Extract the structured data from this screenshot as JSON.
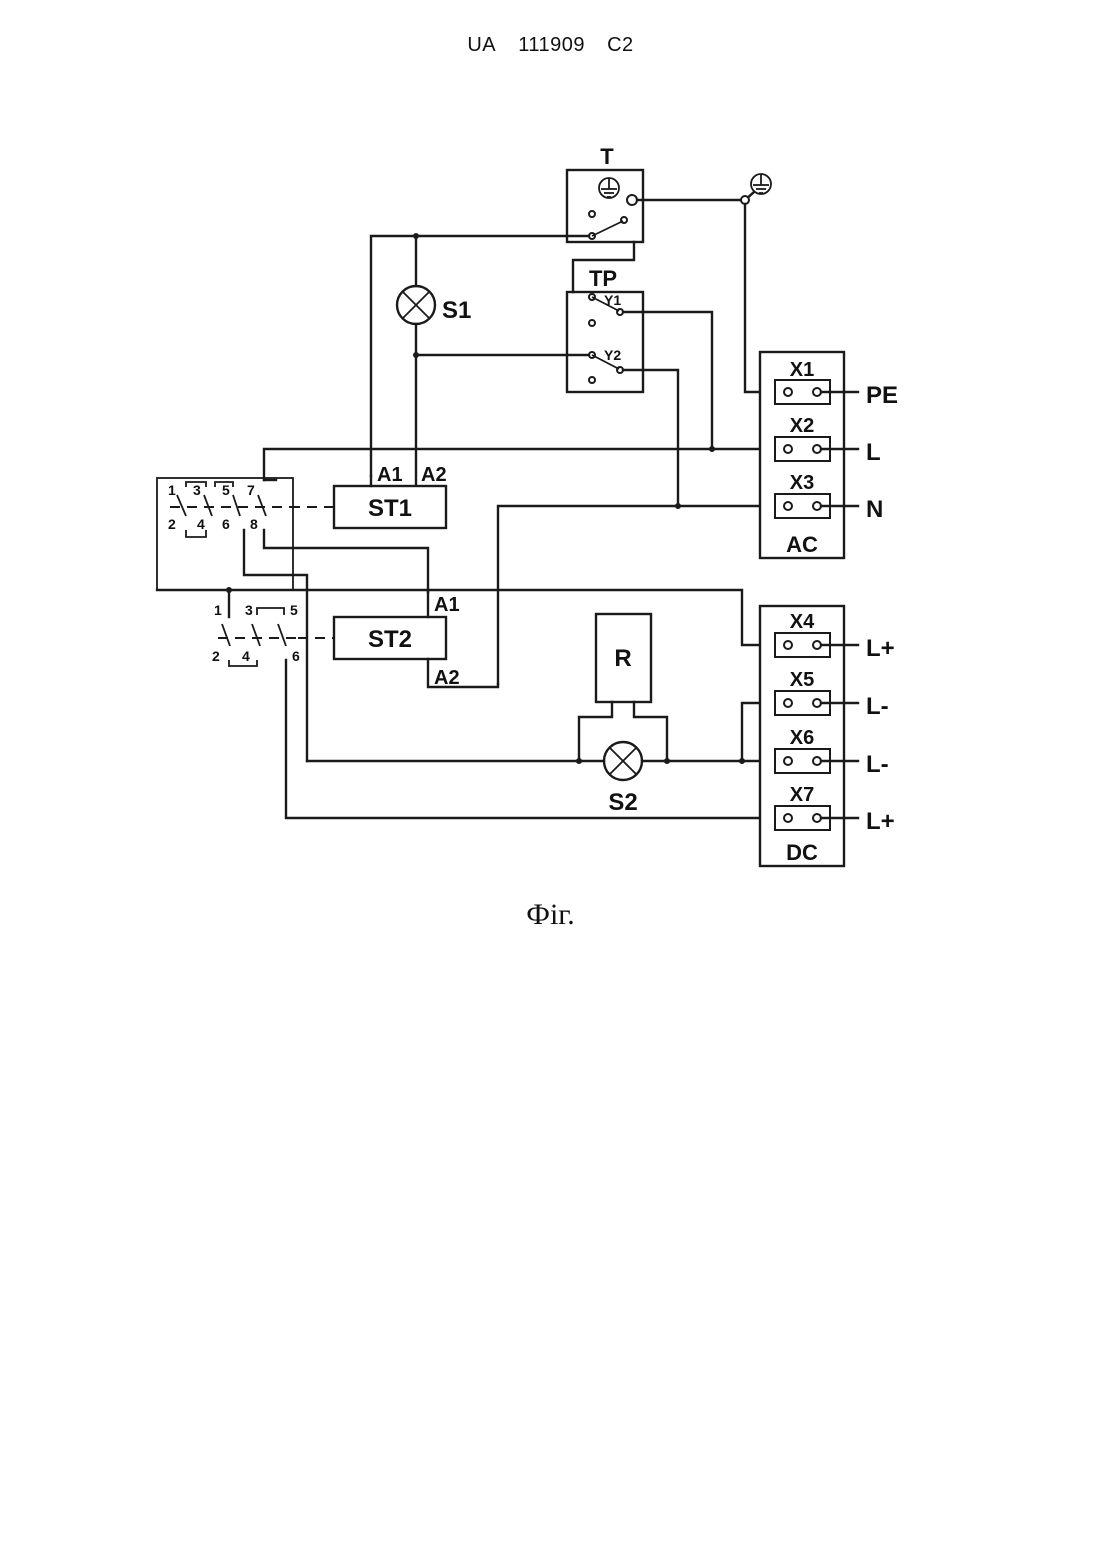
{
  "header": {
    "country": "UA",
    "number": "111909",
    "kind": "C2"
  },
  "diagram": {
    "labels": {
      "T": "T",
      "TP": "TP",
      "Y1": "Y1",
      "Y2": "Y2",
      "S1": "S1",
      "S2": "S2",
      "ST1": "ST1",
      "ST2": "ST2",
      "R": "R",
      "A1": "A1",
      "A2": "A2",
      "X1": "X1",
      "X2": "X2",
      "X3": "X3",
      "X4": "X4",
      "X5": "X5",
      "X6": "X6",
      "X7": "X7",
      "AC": "AC",
      "DC": "DC",
      "PE": "PE",
      "L": "L",
      "N": "N",
      "Lplus": "L+",
      "Lminus": "L-"
    },
    "switch1_contacts": [
      "1",
      "3",
      "5",
      "7",
      "2",
      "4",
      "6",
      "8"
    ],
    "switch2_contacts": [
      "1",
      "3",
      "5",
      "2",
      "4",
      "6"
    ]
  },
  "caption": "Фіг."
}
